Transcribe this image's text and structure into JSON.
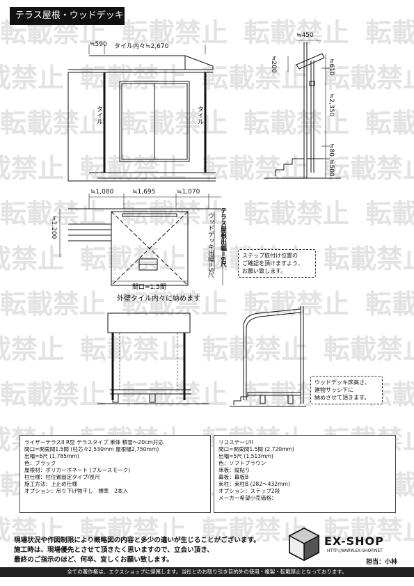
{
  "title": "テラス屋根・ウッドデッキ",
  "watermark_text": "転載禁止",
  "elevation": {
    "dim_590": "≒590",
    "dim_tile_inner": "タイル内々≒2,670",
    "tile_label_left": "タイル",
    "tile_label_right": "タイル"
  },
  "section": {
    "dim_450": "≒450",
    "dim_200": "≒200",
    "dim_610": "≒610",
    "dim_2350": "≒2,350",
    "dim_80": "≒80",
    "dim_500": "≒500"
  },
  "plan": {
    "dim_1080": "≒1,080",
    "dim_1695": "≒1,695",
    "dim_1070": "≒1,070",
    "dim_1200": "≒1,200",
    "deck_depth": "ウッドデッキ出幅=5尺",
    "roof_depth": "テラス屋根出幅=6尺",
    "frontage": "間口=1.5間",
    "fit_note": "外壁タイル内々に納めます"
  },
  "notes": {
    "step_note": [
      "ステップ取付け位置の",
      "ご確認を頂けますよう、",
      "お願い致します。"
    ],
    "deck_note": [
      "ウッドデッキ床高さ、",
      "建物サッシ下に",
      "納めさせて頂きます。"
    ]
  },
  "spec_left": [
    "ライザーテラスII R型 テラスタイプ 単体 積雪～20cm対応",
    "間口=関東間1.5間 (柱芯々2,530mm 屋根幅2,750mm)",
    "出幅=6尺 (1,785mm)",
    "色：ブラック",
    "屋根材：ポリカーボネート (ブルースモーク)",
    "柱仕様：柱位置固定タイプ/長尺",
    "施工方法：上止め仕様",
    "オプション：吊り下げ物干し　標準　2本入"
  ],
  "spec_right": [
    "リコステージII",
    "間口=関東間1.5間 (2,720mm)",
    "出幅=5尺 (1,513mm)",
    "色：ソフトブラウン",
    "床板：縦貼り",
    "幕板：幕板B",
    "束柱：束柱B (282～432mm)",
    "オプション：ステップ2段",
    "メーカー希望小売価格："
  ],
  "disclaimer": [
    "現場状況や作図制限により概略図の内容と多少の違いが生じることがございます。",
    "施工時は、現場優先とさせて頂きたく思いますので、立会い頂き、",
    "最終のご指示のほど、何卒、宜しくお願い致します。"
  ],
  "logo": {
    "name": "EX-SHOP",
    "url": "HTTP://WWW.EX-SHOP.NET"
  },
  "person": "担当：小林",
  "footer": "全ての著作権は、エクスショップに帰属します。当社とのお取り引き目的外の使用・複製・転載禁止となっております。"
}
